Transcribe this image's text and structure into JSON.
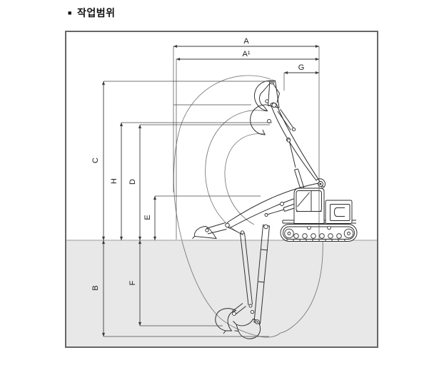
{
  "page": {
    "title_bullet": "■",
    "title": "작업범위"
  },
  "diagram": {
    "kind": "excavator-working-range-line-drawing",
    "colors": {
      "ground": "#e8e8e8",
      "ground_edge": "#9a9a9a",
      "border": "#666666",
      "dimension_lines": "#3a3a3a",
      "machine_lines": "#2a2a2a",
      "envelope_arcs": "#767676"
    },
    "labels": {
      "A": "A",
      "A1": "A¹",
      "G": "G",
      "C": "C",
      "H": "H",
      "D": "D",
      "E": "E",
      "B": "B",
      "F": "F"
    }
  }
}
